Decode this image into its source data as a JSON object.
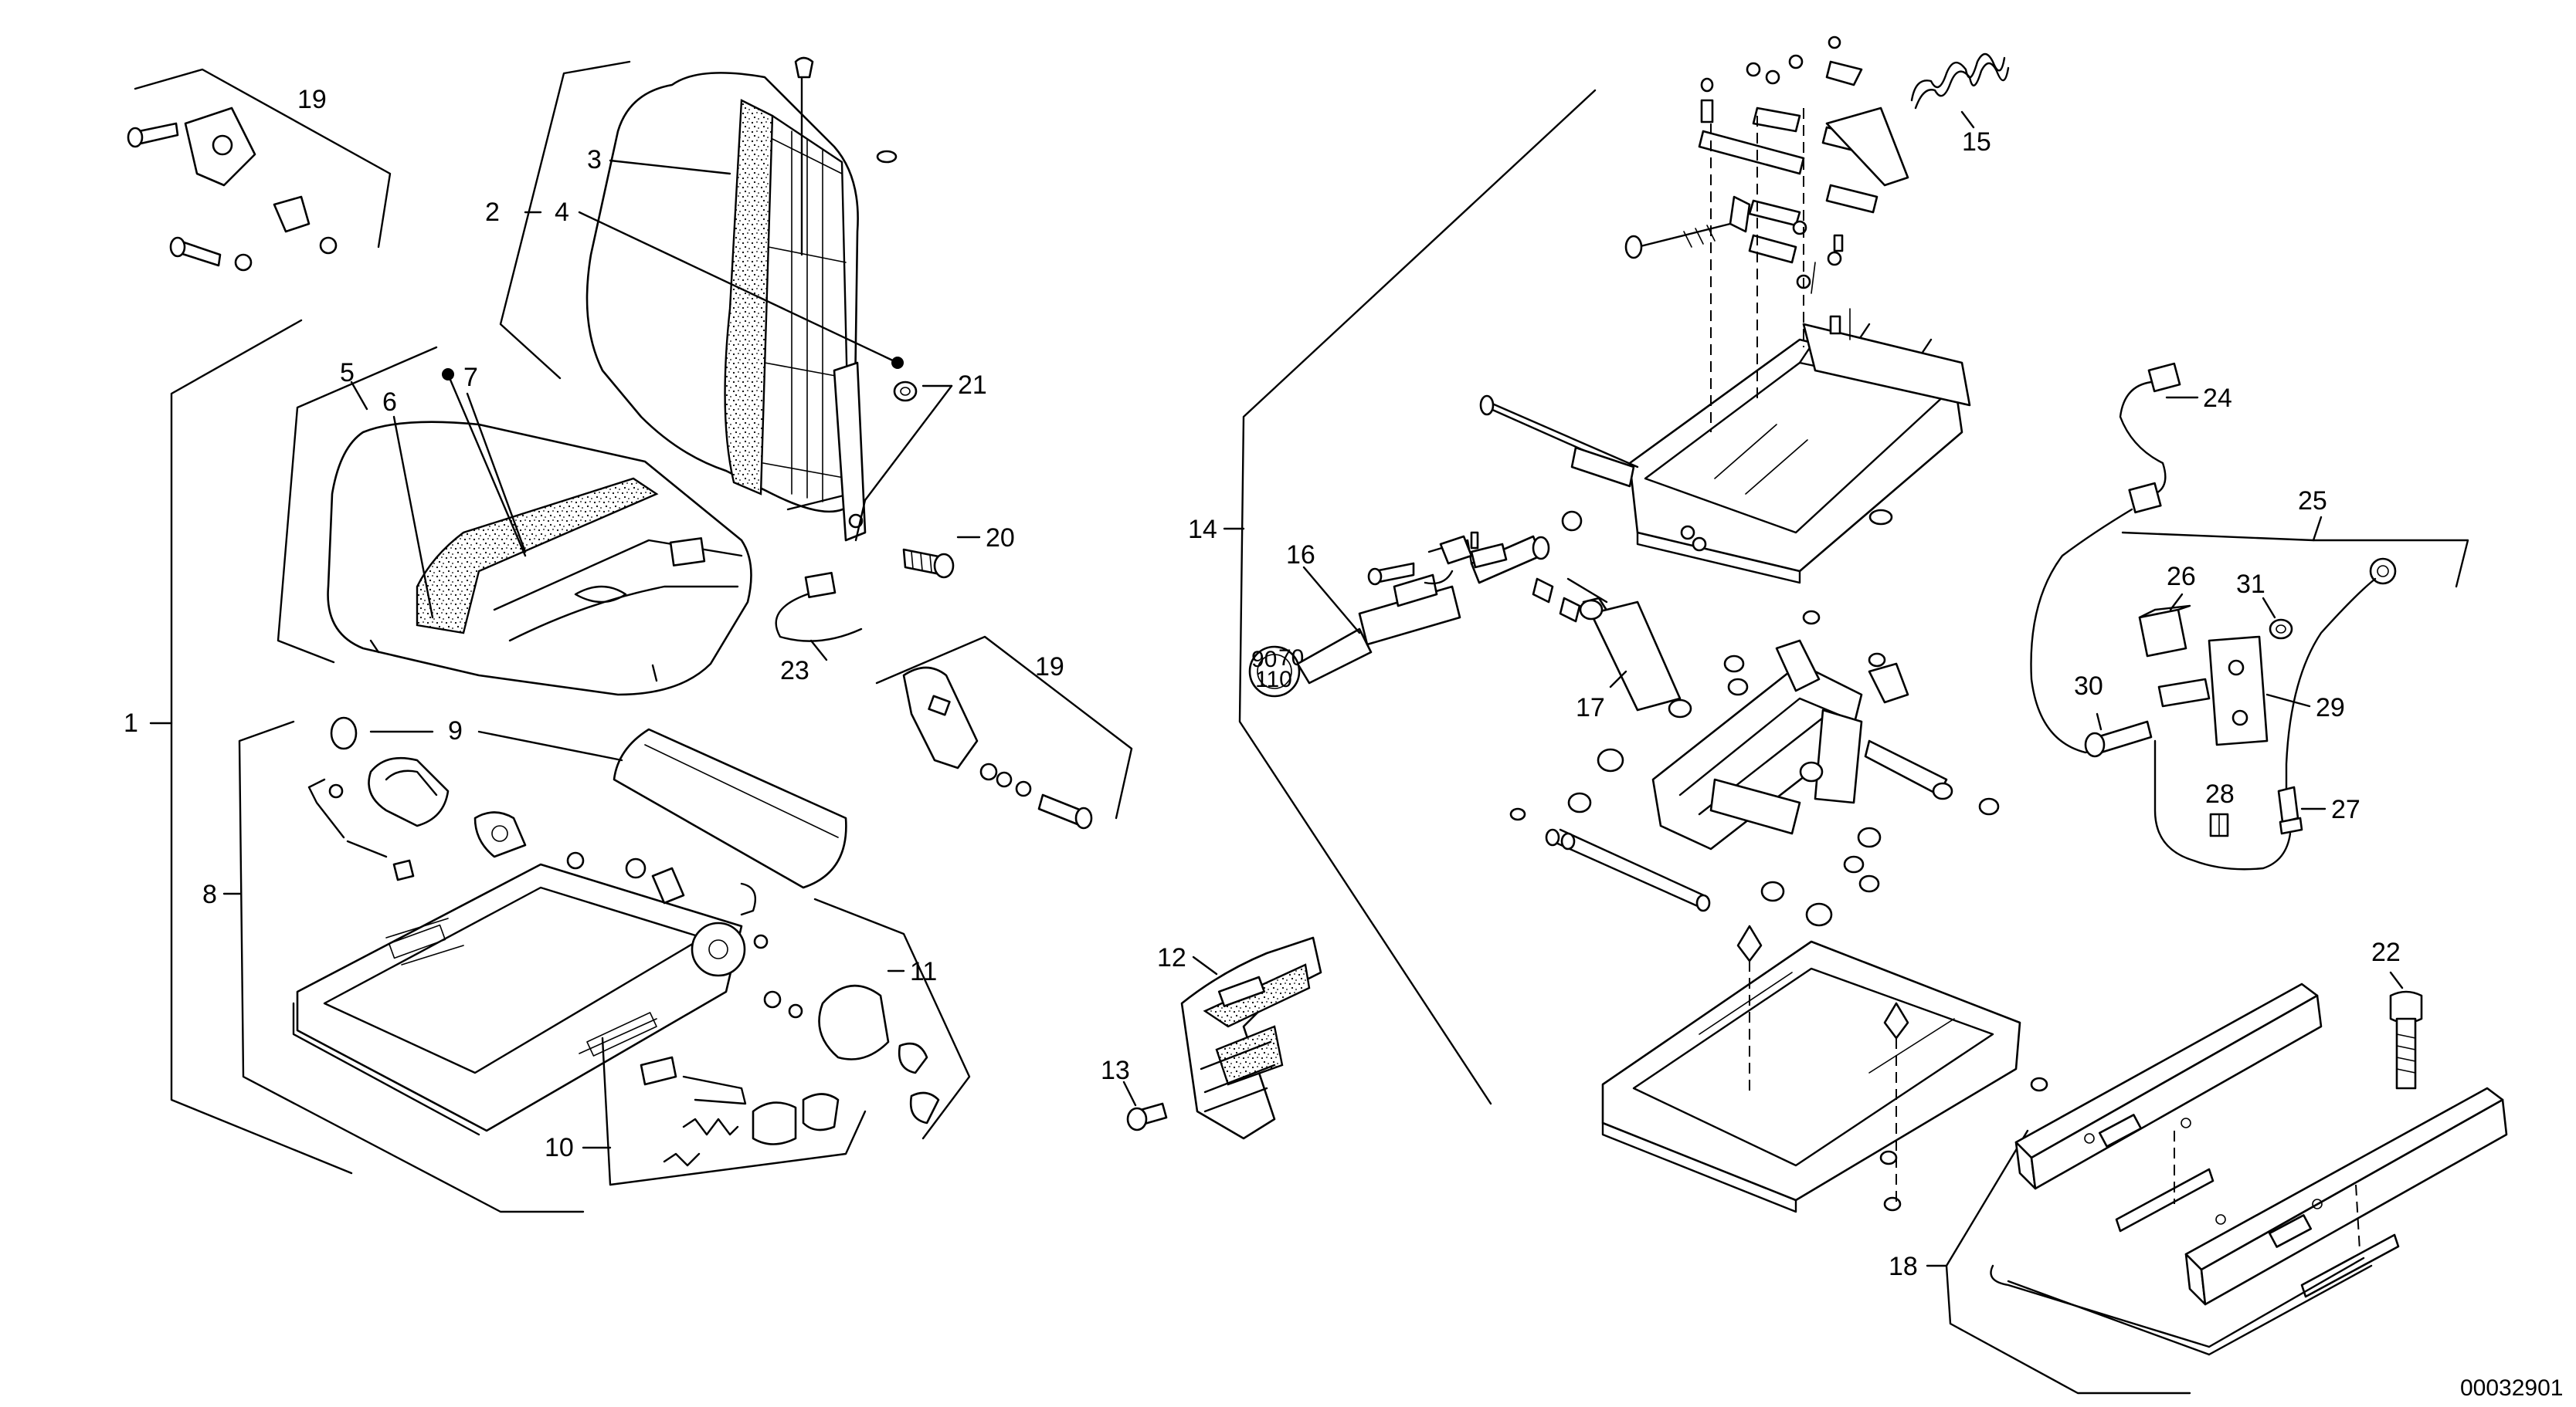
{
  "callouts": {
    "c1": "1",
    "c2": "2",
    "c3": "3",
    "c4": "4",
    "c5": "5",
    "c6": "6",
    "c7": "7",
    "c8": "8",
    "c9": "9",
    "c10": "10",
    "c11": "11",
    "c12": "12",
    "c13": "13",
    "c14": "14",
    "c15": "15",
    "c16": "16",
    "c17": "17",
    "c18": "18",
    "c19a": "19",
    "c19b": "19",
    "c20": "20",
    "c21": "21",
    "c22": "22",
    "c23": "23",
    "c24": "24",
    "c25": "25",
    "c26": "26",
    "c27": "27",
    "c28": "28",
    "c29": "29",
    "c30": "30",
    "c31": "31"
  },
  "knob_marks": {
    "a": "90",
    "b": "70",
    "c": "110"
  },
  "drawing_number": "00032901"
}
